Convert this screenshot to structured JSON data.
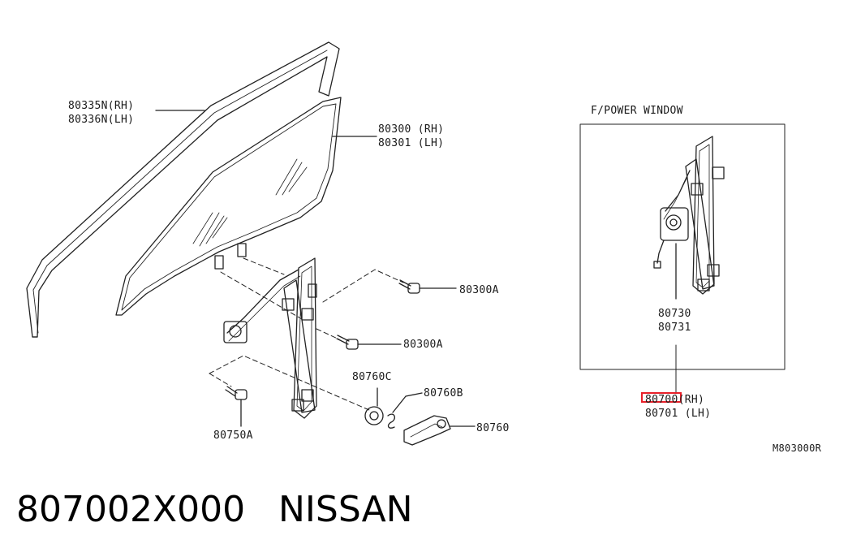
{
  "diagram": {
    "labels": {
      "mould_rh": "80335N(RH)",
      "mould_lh": "80336N(LH)",
      "glass_rh": "80300 (RH)",
      "glass_lh": "80301 (LH)",
      "bolt_a_upper": "80300A",
      "bolt_a_lower": "80300A",
      "washer": "80760C",
      "clip": "80760B",
      "handle": "80760",
      "bolt_750": "80750A",
      "inset_title": "F/POWER WINDOW",
      "motor_rh": "80730",
      "motor_lh": "80731",
      "regulator_rh": "80700(RH)",
      "regulator_lh": "80701 (LH)",
      "diagram_code": "M803000R"
    },
    "highlight_color": "#e8202a"
  },
  "footer": {
    "part_number": "807002X000",
    "brand": "NISSAN"
  }
}
